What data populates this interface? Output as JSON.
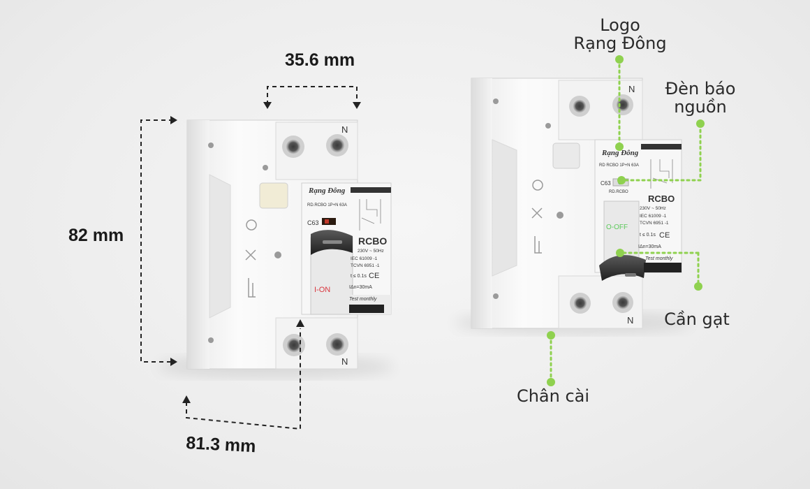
{
  "dimensions": {
    "width": "35.6 mm",
    "height": "82 mm",
    "depth": "81.3 mm"
  },
  "callouts": {
    "logo_line1": "Logo",
    "logo_line2": "Rạng Đông",
    "indicator_line1": "Đèn báo",
    "indicator_line2": "nguồn",
    "lever": "Cần gạt",
    "clip": "Chân cài"
  },
  "device": {
    "brand": "Rạng Đông",
    "model": "RD.RCBO 1P+N 63A",
    "model_right": "RD RCBO 1P+N 63A",
    "rating": "C63",
    "type": "RCBO",
    "voltage": "230V ~ 50Hz",
    "std1": "IEC 61009 -1",
    "std2": "TCVN 6951 -1",
    "trip_time": "t ≤ 0.1s",
    "trip_current": "IΔn=30mA",
    "test": "Test monthly",
    "ce": "CE",
    "neutral": "N",
    "on_label": "I-ON",
    "off_label": "O-OFF",
    "sub_label": "RD.RCBO"
  },
  "colors": {
    "accent_green": "#8fd14f",
    "dim_line": "#222222",
    "on_red": "#d9363e",
    "off_green": "#5cc95a"
  }
}
